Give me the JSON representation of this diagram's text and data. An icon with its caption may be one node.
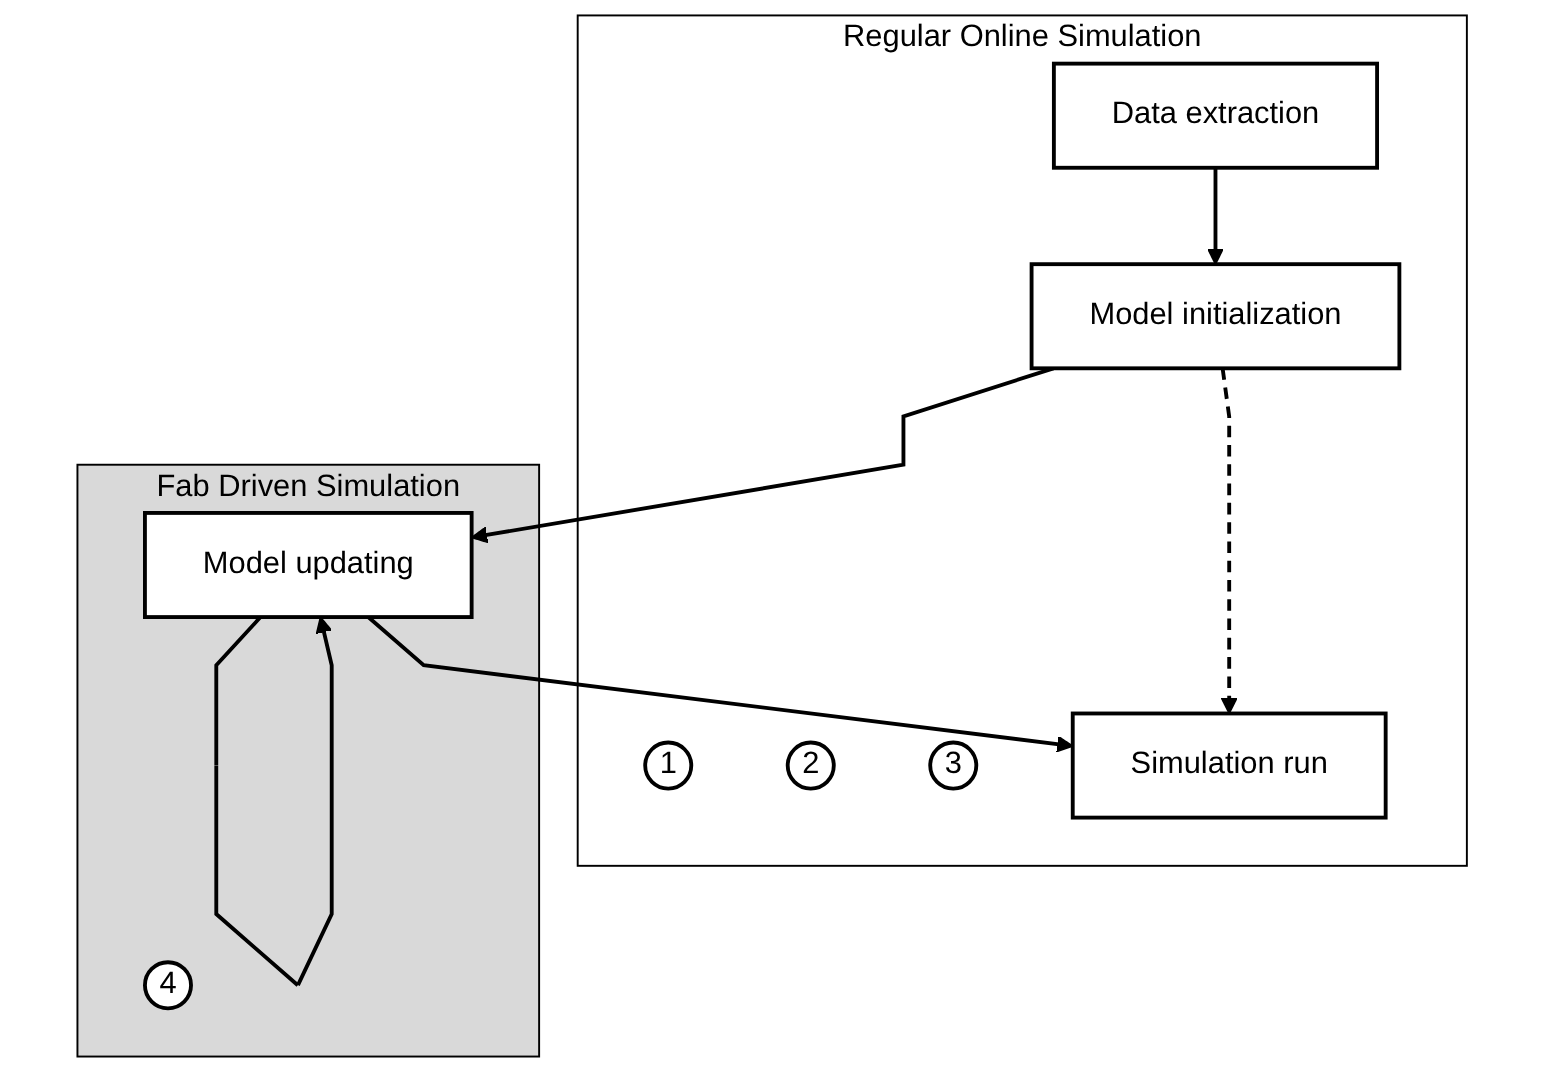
{
  "diagram": {
    "nodes": [
      {
        "text": [
          "Regular Online Simulation"
        ]
      },
      {
        "text": [
          "1"
        ],
        "in": 0
      },
      {
        "text": [
          "Data extraction"
        ],
        "in": 0
      },
      {
        "text": [
          "2"
        ],
        "in": 0
      },
      {
        "text": [
          "Model initialization"
        ],
        "in": 0
      },
      {
        "text": [
          "3"
        ],
        "in": 0
      },
      {
        "text": [
          "Simulation run"
        ],
        "in": 0
      },
      {
        "text": [
          "Fab Driven Simulation"
        ]
      },
      {
        "text": [
          "Model updating"
        ],
        "in": 7
      },
      {
        "text": [
          "4"
        ],
        "in": 7
      }
    ],
    "edges": [
      {
        "from": 2,
        "to": 4,
        "arrow": "to"
      },
      {
        "from": 4,
        "to": 6,
        "arrow": "to",
        "style": "dashed"
      },
      {
        "from": 4,
        "to": 8,
        "arrow": "to"
      },
      {
        "from": 8,
        "to": 6,
        "arrow": "to"
      },
      {
        "from": 8,
        "to": 8,
        "arrow": "to"
      }
    ]
  }
}
